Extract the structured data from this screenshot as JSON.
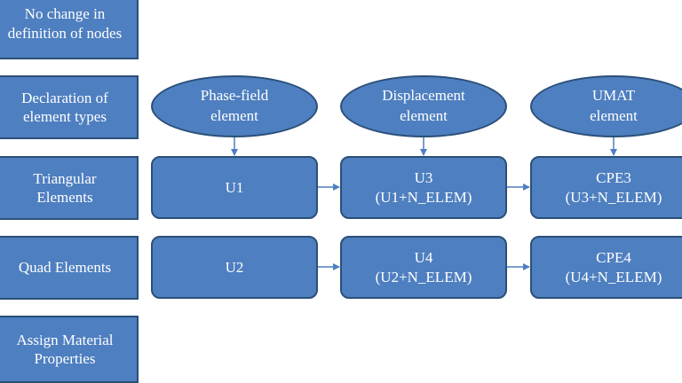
{
  "labels": {
    "no_change": [
      "No change in",
      "definition of nodes"
    ],
    "declaration": [
      "Declaration of",
      "element types"
    ],
    "triangular": [
      "Triangular",
      "Elements"
    ],
    "quad": [
      "Quad Elements"
    ],
    "assign": [
      "Assign Material",
      "Properties"
    ]
  },
  "ellipses": {
    "phase_field": [
      "Phase-field",
      "element"
    ],
    "displacement": [
      "Displacement",
      "element"
    ],
    "umat": [
      "UMAT",
      "element"
    ]
  },
  "triangular_row": {
    "u1": [
      "U1"
    ],
    "u3": [
      "U3",
      "(U1+N_ELEM)"
    ],
    "cpe3": [
      "CPE3",
      "(U3+N_ELEM)"
    ]
  },
  "quad_row": {
    "u2": [
      "U2"
    ],
    "u4": [
      "U4",
      "(U2+N_ELEM)"
    ],
    "cpe4": [
      "CPE4",
      "(U4+N_ELEM)"
    ]
  },
  "colors": {
    "fill": "#4e7fc0",
    "border": "#2b4f78",
    "arrow": "#4e7fc0",
    "text": "#ffffff"
  }
}
